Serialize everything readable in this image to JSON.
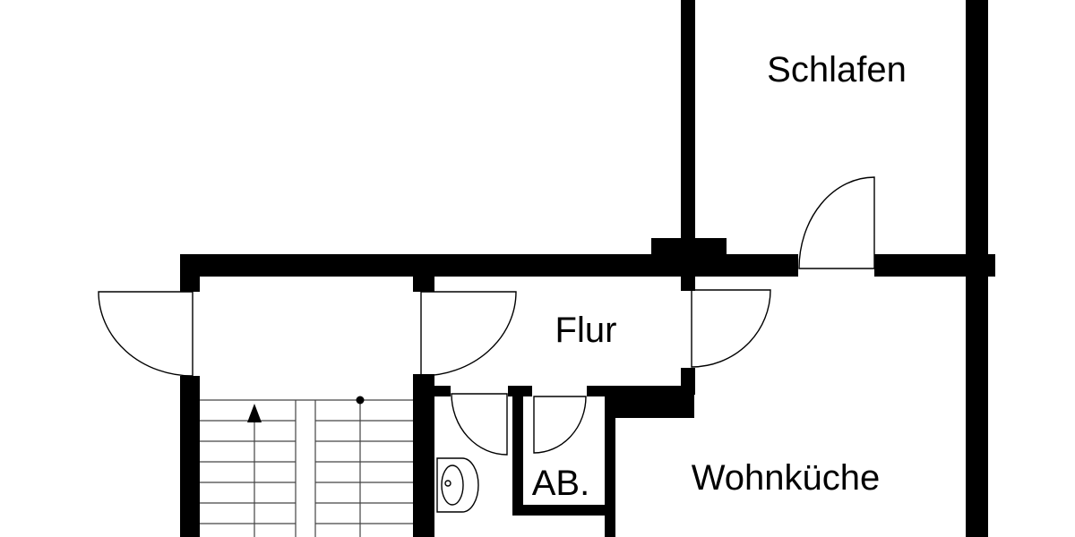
{
  "rooms": {
    "schlafen": "Schlafen",
    "flur": "Flur",
    "abstellraum": "AB.",
    "wohnkueche": "Wohnküche"
  },
  "colors": {
    "wall": "#000000",
    "background": "#ffffff"
  },
  "stair_direction": "up"
}
